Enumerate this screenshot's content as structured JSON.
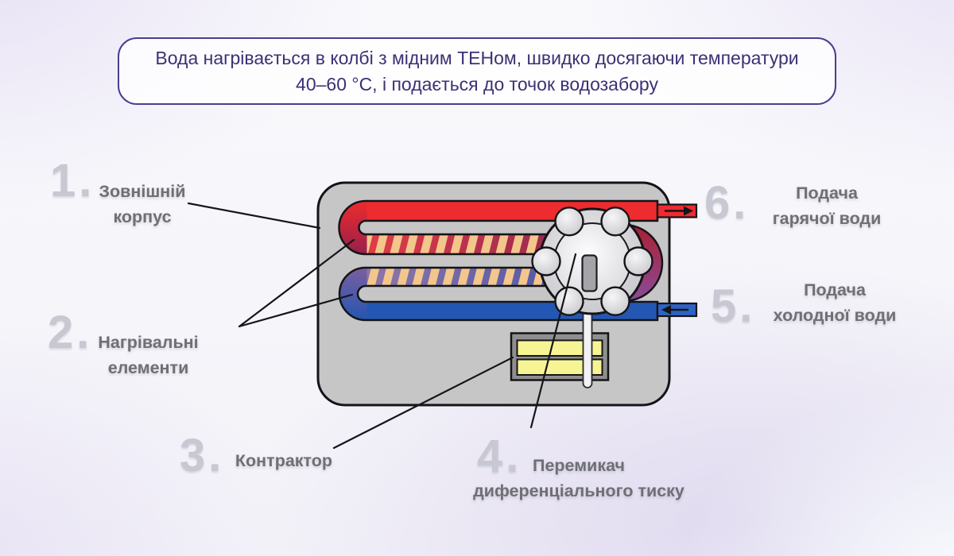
{
  "header": {
    "line1": "Вода нагрівається в колбі з мідним ТЕНом, швидко досягаючи температури",
    "line2": "40–60 °C, і подається до точок водозабору"
  },
  "labels": [
    {
      "num": "1.",
      "line1": "Зовнішній",
      "line2": "корпус"
    },
    {
      "num": "2.",
      "line1": "Нагрівальні",
      "line2": "елементи"
    },
    {
      "num": "3.",
      "line1": "Контрактор",
      "line2": ""
    },
    {
      "num": "4.",
      "line1": "Перемикач",
      "line2": "диференціального тиску"
    },
    {
      "num": "5.",
      "line1": "Подача",
      "line2": "холодної води"
    },
    {
      "num": "6.",
      "line1": "Подача",
      "line2": "гарячої води"
    }
  ],
  "colors": {
    "hot_pipe": "#ee2b2e",
    "cold_pipe": "#2457b3",
    "cold_pipe_exit": "#2c63c4",
    "tank_body": "#c6c6c6",
    "contactor_frame": "#8f8f8f",
    "contactor_bar": "#f7f593",
    "heater_hatch": "#f3c68b",
    "pump_slot": "#a4a4a8",
    "rod": "#f2f2f4",
    "outline": "#141418",
    "annotation_line": "#15151b",
    "header_border": "#4a3e8e",
    "header_text": "#3b3175",
    "number_text": "#c8c8d2",
    "label_text": "#6f6f76"
  }
}
